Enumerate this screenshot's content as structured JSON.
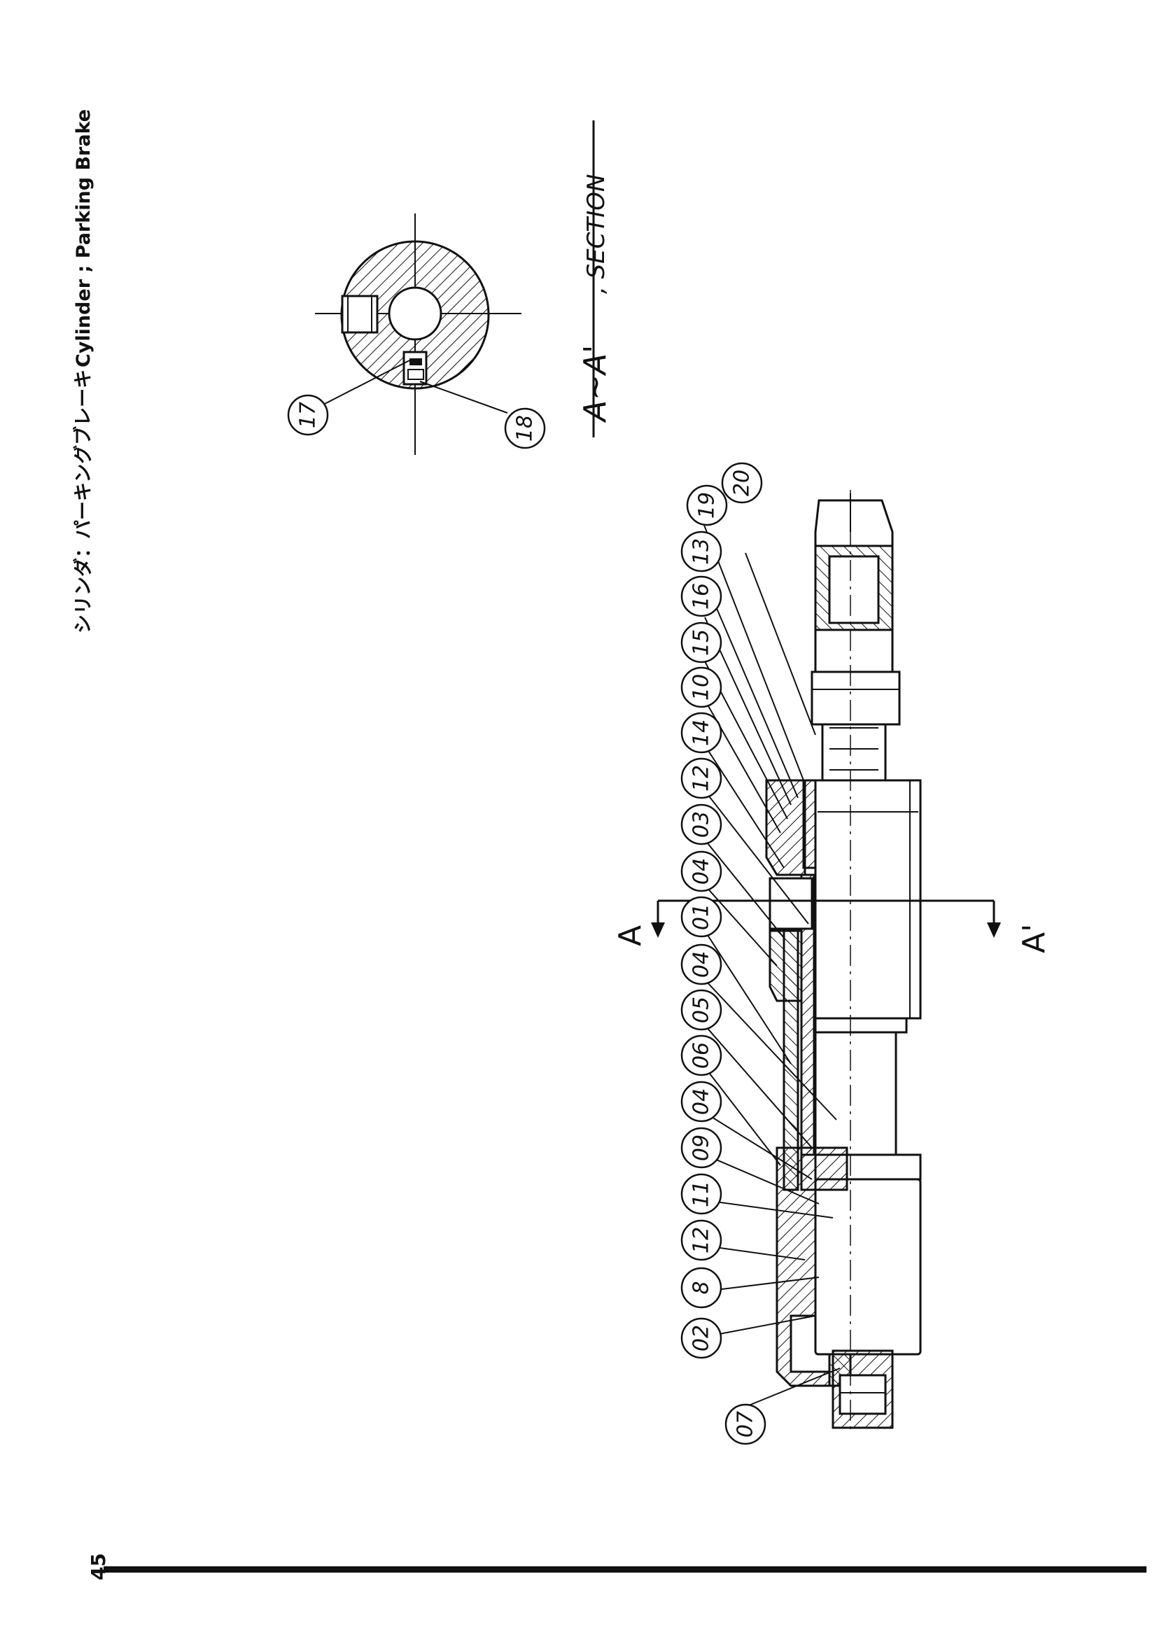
{
  "header": {
    "title_jp": "シリンダ：パーキングブレーキ",
    "title_en": "Cylinder ; Parking Brake"
  },
  "page_number": "45",
  "section": {
    "label_start": "A∼A'",
    "label_end": ", SECTION",
    "mark_a": "A",
    "mark_a_prime": "A'"
  },
  "section_view_callouts": [
    "17",
    "18"
  ],
  "main_view_callouts_top": [
    "19",
    "20",
    "13",
    "16",
    "15",
    "10",
    "14",
    "12",
    "03",
    "04",
    "01",
    "04",
    "05",
    "06",
    "04",
    "09",
    "11",
    "12",
    "8"
  ],
  "main_view_callouts_bottom": [
    "02",
    "07"
  ]
}
